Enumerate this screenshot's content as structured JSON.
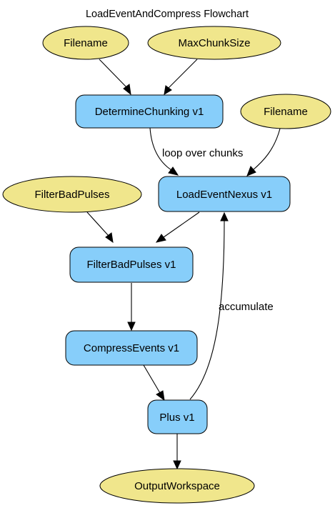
{
  "title": "LoadEventAndCompress Flowchart",
  "nodes": {
    "filename_1": "Filename",
    "max_chunk_size": "MaxChunkSize",
    "determine_chunking": "DetermineChunking v1",
    "filename_2": "Filename",
    "filter_bad_pulses_param": "FilterBadPulses",
    "load_event_nexus": "LoadEventNexus v1",
    "filter_bad_pulses_alg": "FilterBadPulses v1",
    "compress_events": "CompressEvents v1",
    "plus": "Plus v1",
    "output_workspace": "OutputWorkspace"
  },
  "edge_labels": {
    "loop": "loop over chunks",
    "accumulate": "accumulate"
  },
  "colors": {
    "parameter_fill": "#f0e68c",
    "algorithm_fill": "#87cefa"
  }
}
